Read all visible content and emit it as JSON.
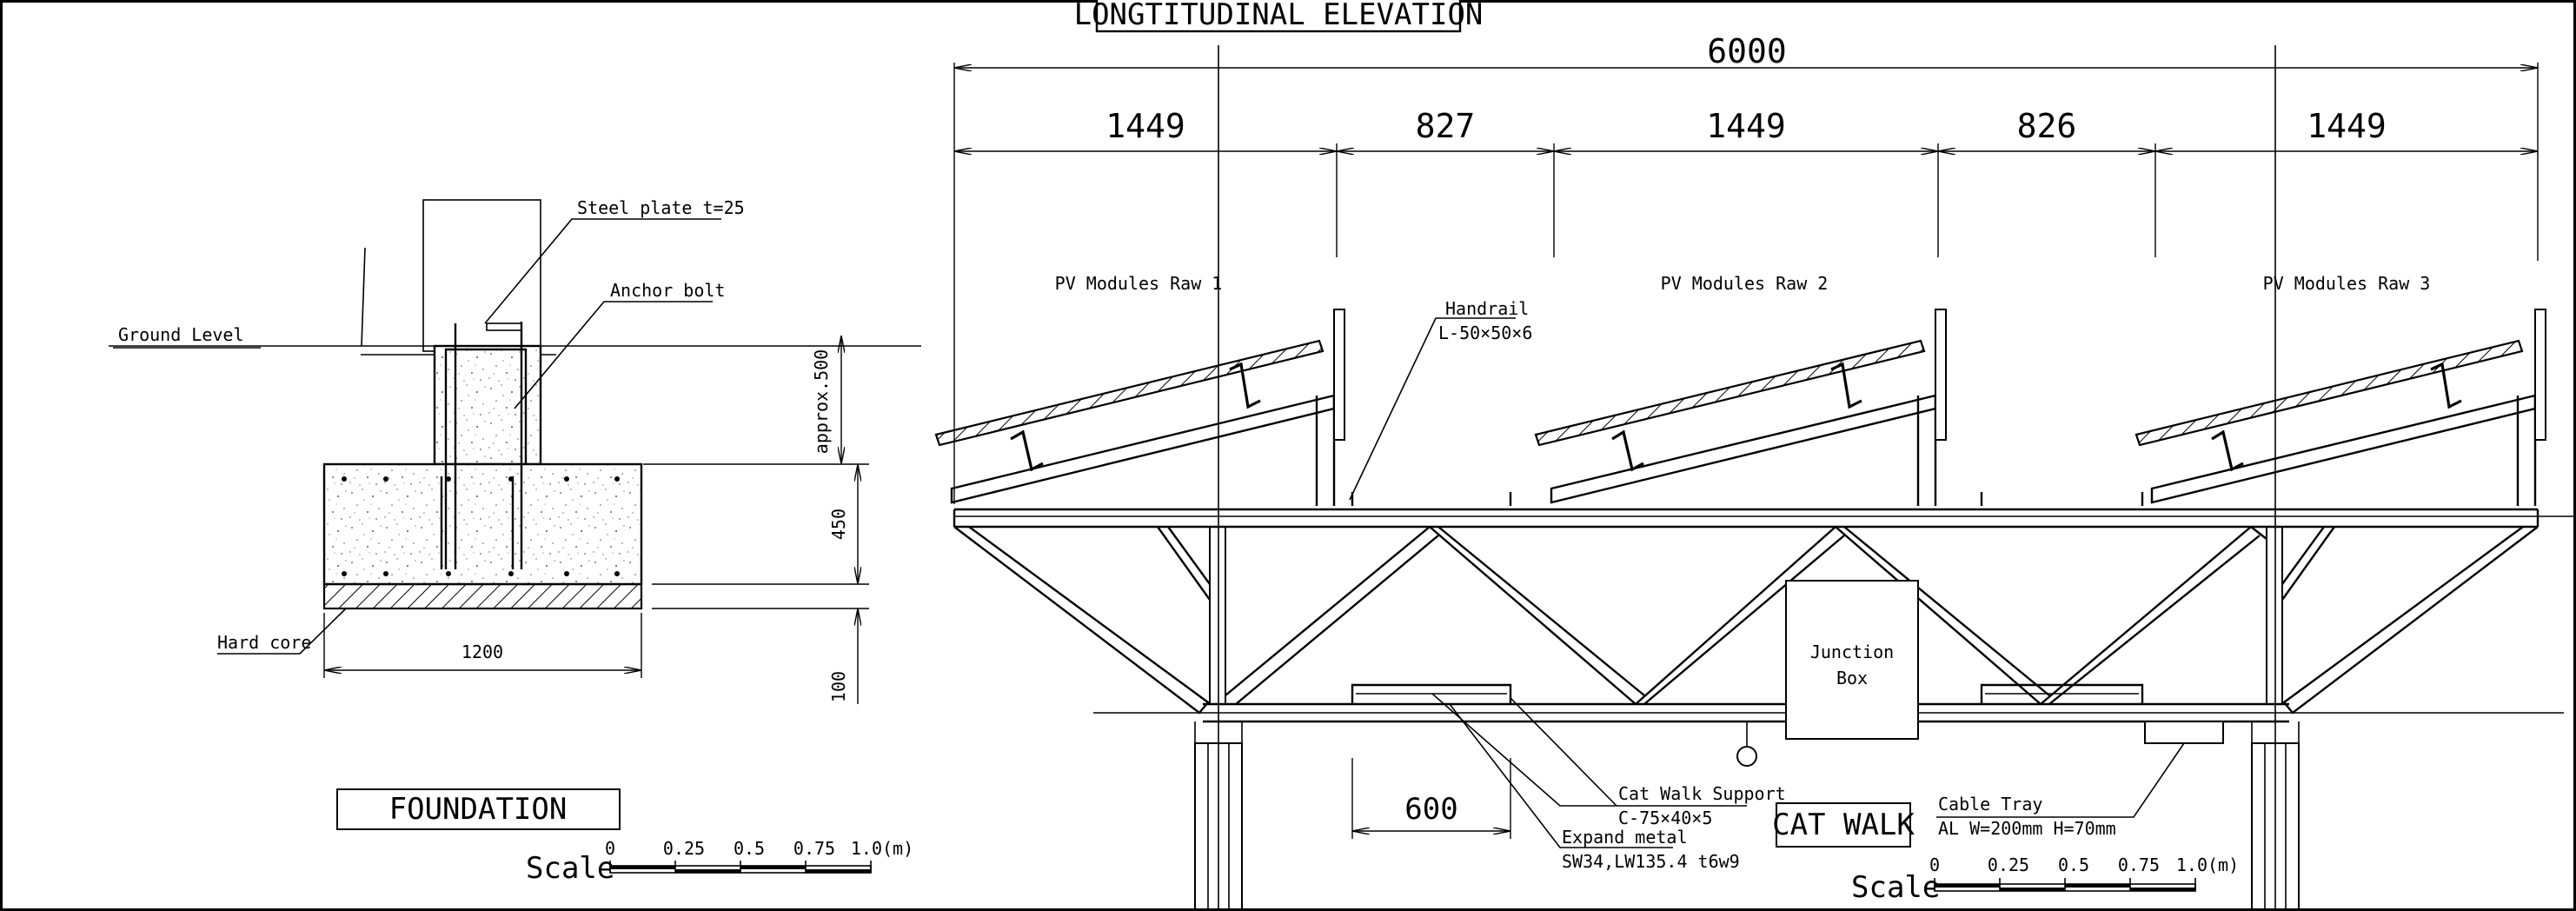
{
  "elevation": {
    "title": "LONGTITUDINAL ELEVATION",
    "overall_dimension": "6000",
    "spans": [
      "1449",
      "827",
      "1449",
      "826",
      "1449"
    ],
    "rows": [
      "PV Modules Raw 1",
      "PV Modules Raw 2",
      "PV Modules Raw 3"
    ],
    "handrail_label": "Handrail",
    "handrail_spec": "L-50×50×6",
    "junction_box": [
      "Junction",
      "Box"
    ],
    "catwalk_support_label": "Cat Walk Support",
    "catwalk_support_spec": "C-75×40×5",
    "expand_metal_label": "Expand metal",
    "expand_metal_spec": "SW34,LW135.4 t6w9",
    "cable_tray_label": "Cable Tray",
    "cable_tray_spec": "AL W=200mm H=70mm",
    "walkway_dimension": "600",
    "catwalk_title": "CAT WALK",
    "scale_label": "Scale",
    "scale_ticks": [
      "0",
      "0.25",
      "0.5",
      "0.75",
      "1.0(m)"
    ]
  },
  "foundation": {
    "title": "FOUNDATION",
    "steel_plate_label": "Steel plate t=25",
    "anchor_bolt_label": "Anchor bolt",
    "ground_level_label": "Ground Level",
    "hard_core_label": "Hard core",
    "width_dimension": "1200",
    "approx_dimension": "approx.500",
    "depth_dimension": "450",
    "hardcore_dimension": "100",
    "scale_label": "Scale",
    "scale_ticks": [
      "0",
      "0.25",
      "0.5",
      "0.75",
      "1.0(m)"
    ]
  }
}
